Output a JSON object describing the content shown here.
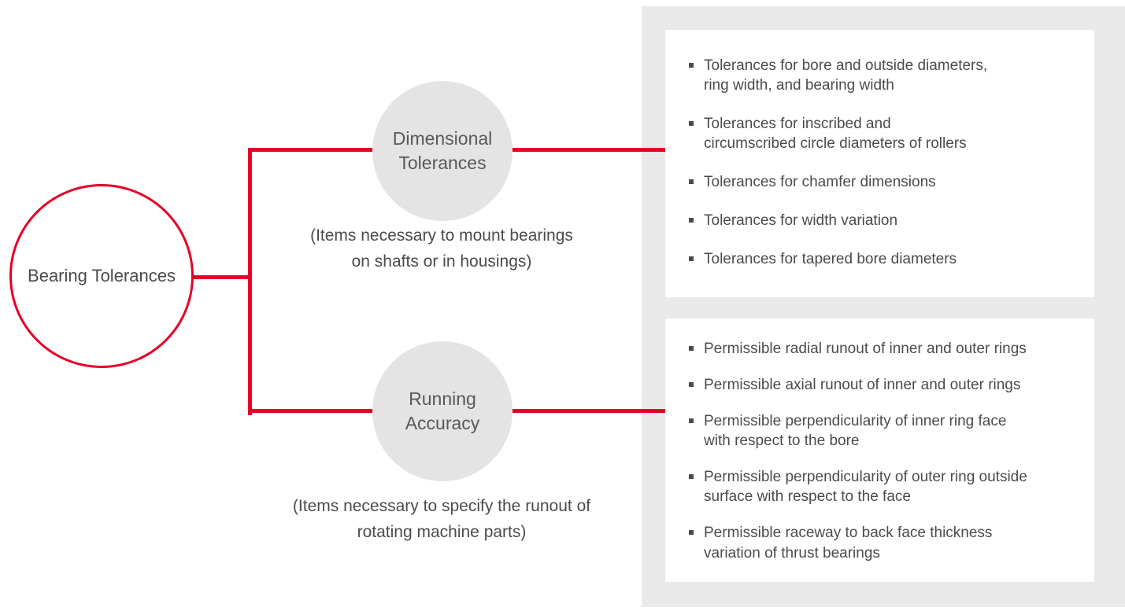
{
  "root": {
    "label": "Bearing Tolerances"
  },
  "branches": [
    {
      "node_label": "Dimensional\nTolerances",
      "caption": "(Items necessary to mount bearings\non shafts or in housings)",
      "items": [
        "Tolerances for bore and outside diameters,\nring width, and bearing width",
        "Tolerances for inscribed and\ncircumscribed circle diameters of rollers",
        "Tolerances for chamfer dimensions",
        "Tolerances for width variation",
        "Tolerances for tapered bore diameters"
      ]
    },
    {
      "node_label": "Running\nAccuracy",
      "caption": "(Items necessary to specify the runout of\nrotating machine parts)",
      "items": [
        "Permissible radial runout of inner and outer rings",
        "Permissible axial runout of inner and outer rings",
        "Permissible perpendicularity of inner ring face\nwith respect to the bore",
        "Permissible perpendicularity of outer ring outside\nsurface with respect to the face",
        "Permissible raceway to back face thickness\nvariation of thrust bearings"
      ]
    }
  ],
  "colors": {
    "accent_red": "#e60027",
    "node_gray": "#e4e4e4",
    "panel_gray": "#e9e9e9",
    "text_dark": "#4b4b4d"
  }
}
